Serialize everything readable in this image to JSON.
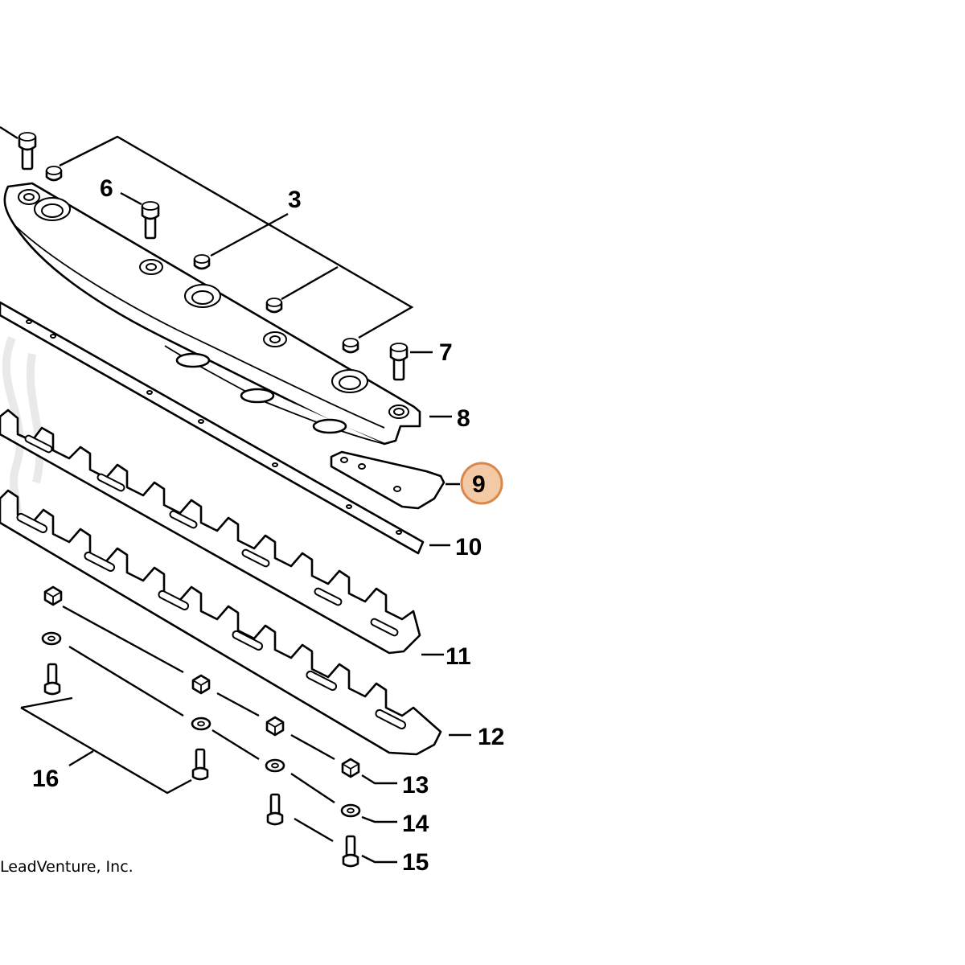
{
  "diagram": {
    "copyright": "LeadVenture, Inc.",
    "highlight_color": "#f3c9a6",
    "highlight_stroke": "#d9874a",
    "callouts": [
      {
        "id": "3",
        "label": "3"
      },
      {
        "id": "6",
        "label": "6"
      },
      {
        "id": "7",
        "label": "7"
      },
      {
        "id": "8",
        "label": "8"
      },
      {
        "id": "9",
        "label": "9",
        "highlighted": true
      },
      {
        "id": "10",
        "label": "10"
      },
      {
        "id": "11",
        "label": "11"
      },
      {
        "id": "12",
        "label": "12"
      },
      {
        "id": "13",
        "label": "13"
      },
      {
        "id": "14",
        "label": "14"
      },
      {
        "id": "15",
        "label": "15"
      },
      {
        "id": "16",
        "label": "16"
      }
    ]
  }
}
